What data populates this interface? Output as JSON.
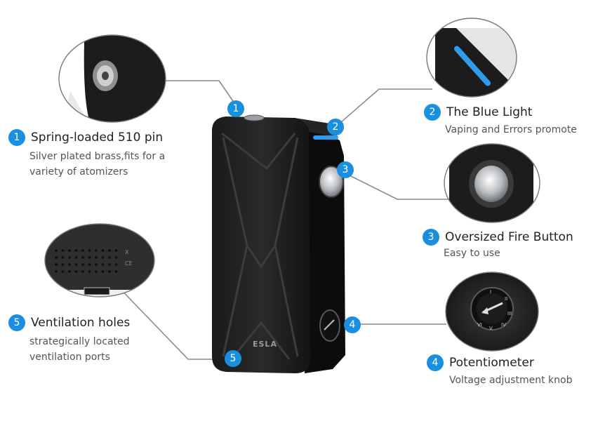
{
  "brand_text": "ESLA",
  "accent_color": "#1a8fe0",
  "callouts": [
    {
      "num": "1",
      "title": "Spring-loaded 510 pin",
      "lines": [
        "Silver plated brass,fits for a",
        "variety of atomizers"
      ]
    },
    {
      "num": "2",
      "title": "The Blue Light",
      "lines": [
        "Vaping and Errors promote"
      ]
    },
    {
      "num": "3",
      "title": "Oversized Fire Button",
      "lines": [
        "Easy to use"
      ]
    },
    {
      "num": "4",
      "title": "Potentiometer",
      "lines": [
        "Voltage adjustment knob"
      ]
    },
    {
      "num": "5",
      "title": "Ventilation holes",
      "lines": [
        "strategically located",
        "ventilation ports"
      ]
    }
  ]
}
